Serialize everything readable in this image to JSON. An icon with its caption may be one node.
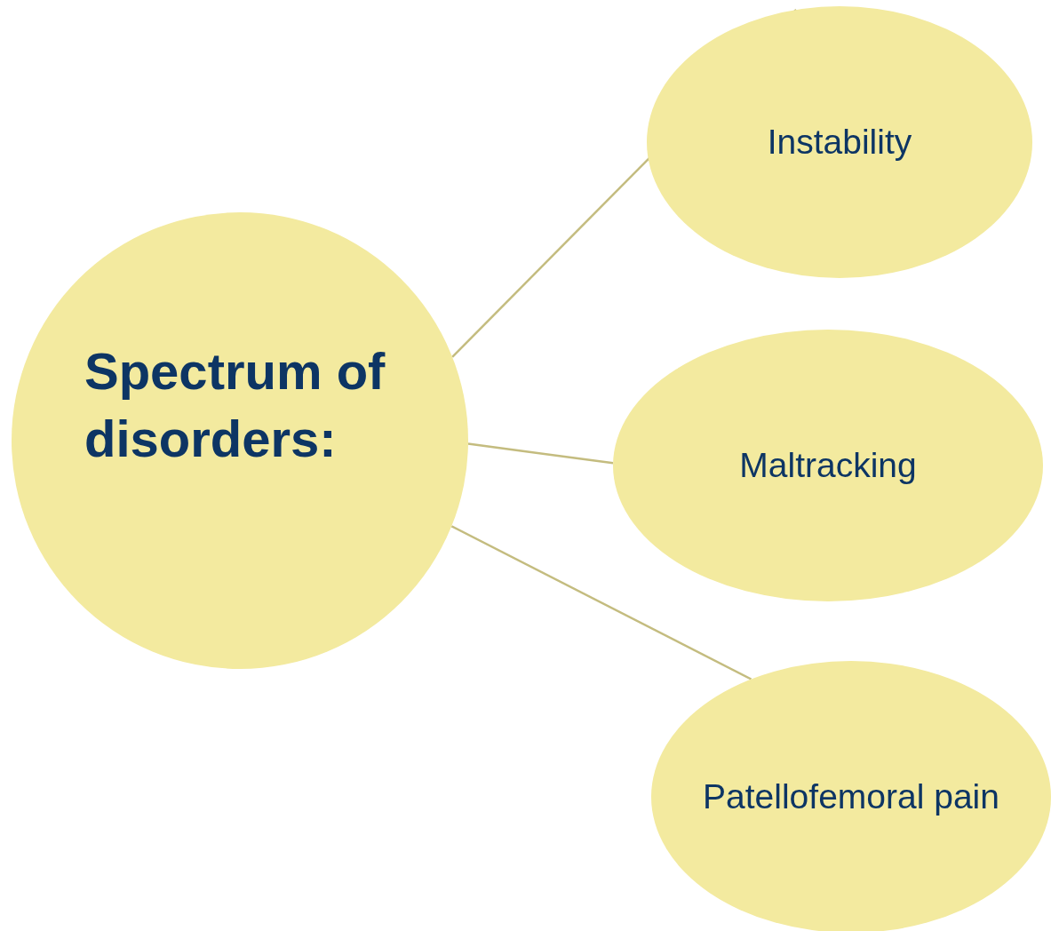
{
  "diagram": {
    "nodes": [
      {
        "text": [
          "Spectrum of disorders:"
        ]
      },
      {
        "text": [
          "Instability"
        ]
      },
      {
        "text": [
          "Maltracking"
        ]
      },
      {
        "text": [
          "Patellofemoral pain"
        ]
      }
    ],
    "edges": [
      {
        "from": 0,
        "to": 1,
        "arrow": "none"
      },
      {
        "from": 0,
        "to": 2,
        "arrow": "none"
      },
      {
        "from": 0,
        "to": 3,
        "arrow": "none"
      }
    ]
  }
}
